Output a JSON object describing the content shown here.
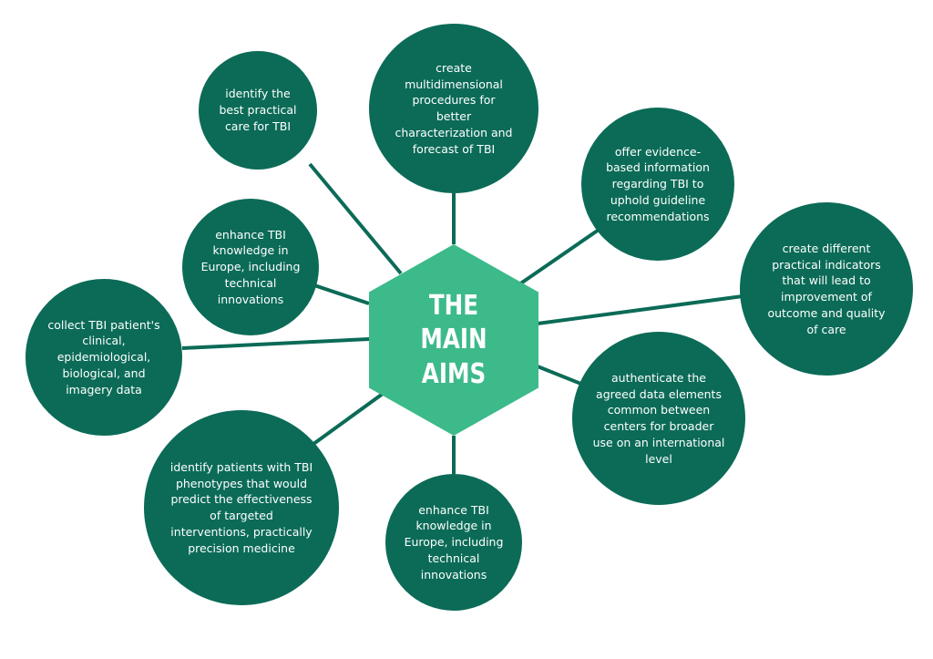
{
  "diagram": {
    "center": {
      "title": "THE MAIN AIMS"
    },
    "colors": {
      "node": "#0b6b57",
      "hub": "#3dba8a",
      "connector": "#0b6b57",
      "text": "#ffffff"
    },
    "nodes": [
      {
        "text": "identify the best practical care for TBI"
      },
      {
        "text": "create multidimensional procedures for better characterization and forecast of TBI"
      },
      {
        "text": "offer evidence-based information regarding TBI to uphold guideline recommendations"
      },
      {
        "text": "create different practical indicators that will lead to improvement of outcome and quality of care"
      },
      {
        "text": "authenticate the agreed data elements common between centers for broader use on an international level"
      },
      {
        "text": "enhance TBI knowledge in Europe, including technical innovations"
      },
      {
        "text": "identify patients with TBI phenotypes that would predict the effectiveness of targeted interventions, practically precision medicine"
      },
      {
        "text": "collect TBI patient's clinical, epidemiological, biological, and imagery data"
      },
      {
        "text": "enhance TBI knowledge in Europe, including technical innovations"
      }
    ]
  }
}
